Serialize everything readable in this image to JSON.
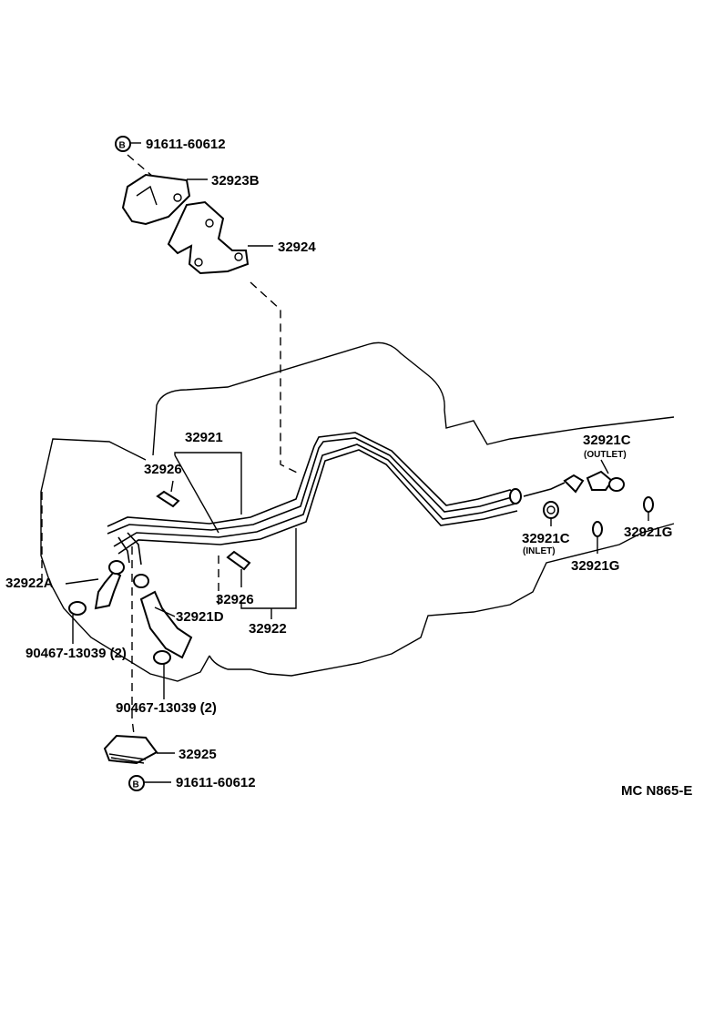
{
  "diagram": {
    "bolt_symbol": "B",
    "labels": {
      "bolt_top": "91611-60612",
      "bracket_32923b": "32923B",
      "bracket_32924": "32924",
      "tube_32921": "32921",
      "clamp_32926_upper": "32926",
      "hose_32922a": "32922A",
      "clamp_32926_lower": "32926",
      "hose_32921d": "32921D",
      "tube_32922": "32922",
      "clip_left": "90467-13039 (2)",
      "clip_bottom": "90467-13039 (2)",
      "bracket_32925": "32925",
      "bolt_bottom": "91611-60612",
      "union_outlet": "32921C",
      "union_outlet_note": "(OUTLET)",
      "union_inlet": "32921C",
      "union_inlet_note": "(INLET)",
      "gasket_right": "32921G",
      "gasket_lower": "32921G",
      "ref_code": "MC N865-E"
    }
  }
}
